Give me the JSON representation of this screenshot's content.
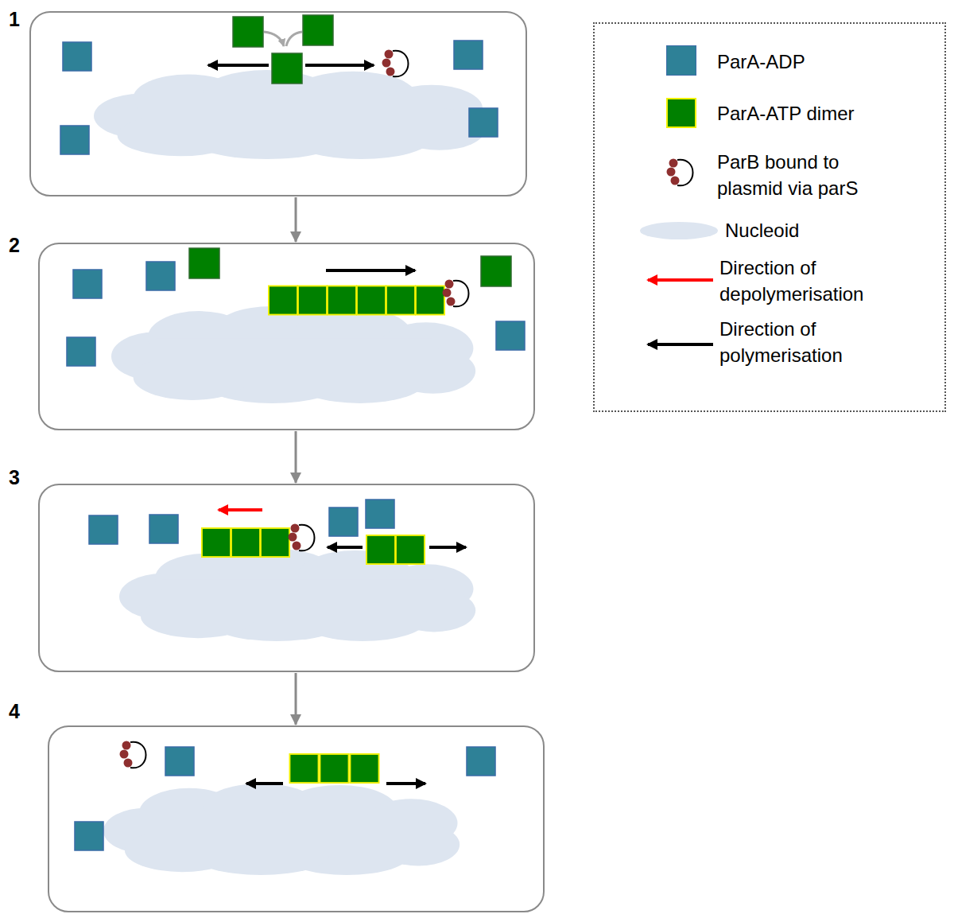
{
  "diagram": {
    "nodes": [
      {
        "text": [
          "1"
        ]
      },
      {
        "text": [
          "2"
        ]
      },
      {
        "text": [
          "3"
        ]
      },
      {
        "text": [
          "4"
        ]
      }
    ],
    "edges": [
      {
        "from": 0,
        "to": 1,
        "arrow": "to"
      },
      {
        "from": 1,
        "to": 2,
        "arrow": "to"
      },
      {
        "from": 2,
        "to": 3,
        "arrow": "to"
      }
    ],
    "legend": [
      {
        "text": "ParA-ADP",
        "color": "#2e8197"
      },
      {
        "text": "ParA-ATP dimer",
        "color": "#008000"
      },
      {
        "text": "ParB bound to plasmid via parS"
      },
      {
        "text": "Nucleoid",
        "color": "#dde5f0"
      },
      {
        "text": "Direction of depolymerisation"
      },
      {
        "text": "Direction of polymerisation"
      }
    ]
  }
}
